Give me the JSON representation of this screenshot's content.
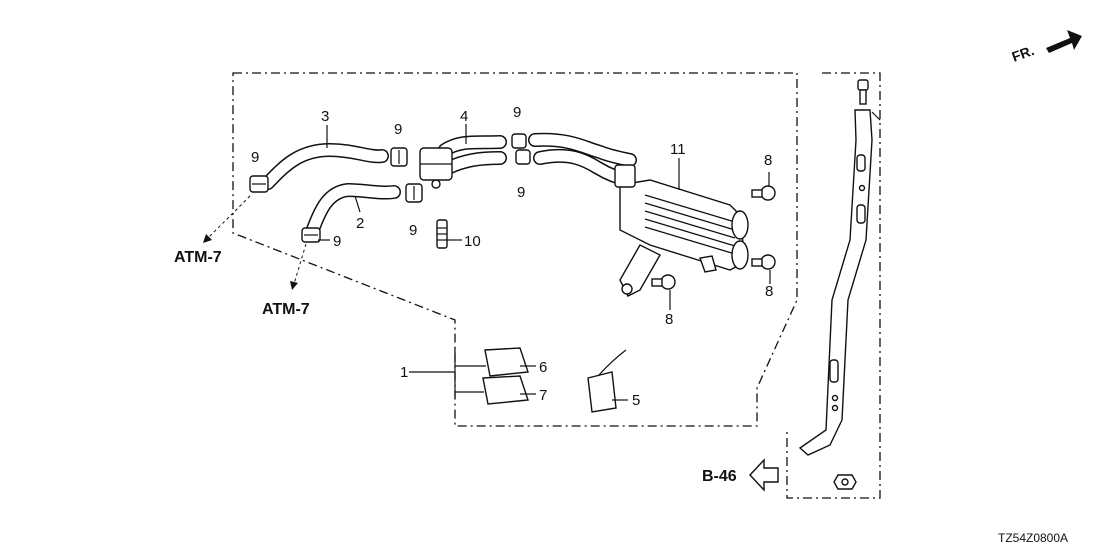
{
  "diagram": {
    "callouts": {
      "n1": "1",
      "n2": "2",
      "n3": "3",
      "n4": "4",
      "n5": "5",
      "n6": "6",
      "n7": "7",
      "n8a": "8",
      "n8b": "8",
      "n8c": "8",
      "n9a": "9",
      "n9b": "9",
      "n9c": "9",
      "n9d": "9",
      "n9e": "9",
      "n9f": "9",
      "n10": "10",
      "n11": "11"
    },
    "refs": {
      "atm_a": "ATM-7",
      "atm_b": "ATM-7",
      "b46": "B-46",
      "front": "FR."
    },
    "drawing_code": "TZ54Z0800A"
  },
  "colors": {
    "ink": "#111111",
    "paper": "#ffffff"
  }
}
